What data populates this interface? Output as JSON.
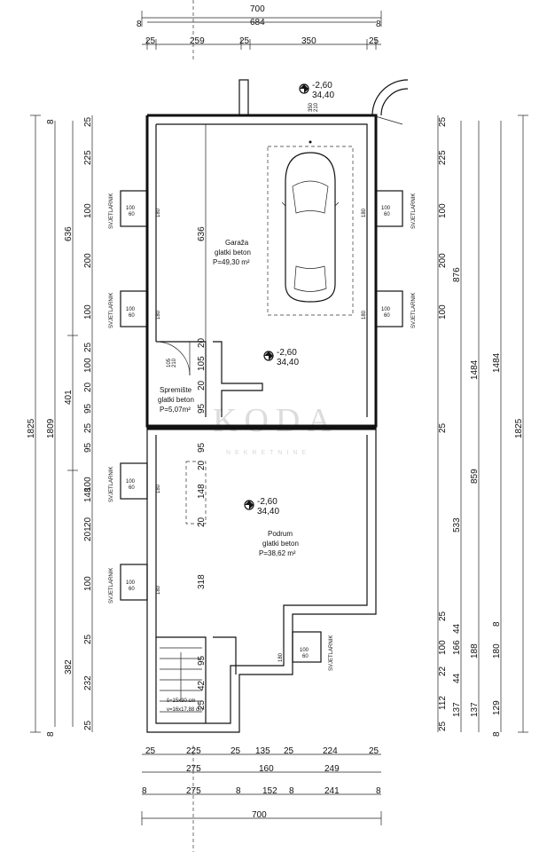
{
  "dimensions": {
    "top": {
      "total": "700",
      "inner": "684",
      "segments": [
        "25",
        "259",
        "25",
        "350",
        "25"
      ],
      "edge": [
        "8",
        "8"
      ]
    },
    "bottom": {
      "row1": [
        "25",
        "225",
        "25",
        "135",
        "25",
        "224",
        "25"
      ],
      "row2": [
        "275",
        "160",
        "249"
      ],
      "row3": [
        "8",
        "275",
        "8",
        "152",
        "8",
        "241",
        "8"
      ],
      "total": "700"
    },
    "left": {
      "outer": "1825",
      "mid": "1809",
      "sub": [
        "636",
        "401",
        "382"
      ],
      "chain": [
        "25",
        "225",
        "100",
        "200",
        "100",
        "25",
        "100",
        "20",
        "95",
        "25",
        "95",
        "100",
        "148",
        "20",
        "201",
        "100",
        "318",
        "25",
        "232",
        "25"
      ],
      "edge": [
        "8",
        "8"
      ]
    },
    "right": {
      "outer": "1825",
      "mid": "1484",
      "mid2": "1484",
      "sub1": [
        "876",
        "859",
        "188",
        "180"
      ],
      "sub2": [
        "533",
        "166",
        "137",
        "137"
      ],
      "chain": [
        "25",
        "225",
        "100",
        "200",
        "100",
        "25",
        "25",
        "100",
        "44",
        "22",
        "44",
        "112",
        "25",
        "129"
      ],
      "edge": [
        "8",
        "8"
      ]
    },
    "interior": [
      "636",
      "105",
      "20",
      "20",
      "95",
      "95",
      "20",
      "148",
      "20",
      "318",
      "95",
      "42",
      "25"
    ]
  },
  "rooms": [
    {
      "name": "Garaža",
      "finish": "glatki beton",
      "area": "P=49,30 m²"
    },
    {
      "name": "Spremište",
      "finish": "glatki beton",
      "area": "P=5,07m²"
    },
    {
      "name": "Podrum",
      "finish": "glatki beton",
      "area": "P=38,62 m²"
    }
  ],
  "levels": [
    {
      "elev": "-2,60",
      "abs": "34,40"
    },
    {
      "elev": "-2,60",
      "abs": "34,40"
    },
    {
      "elev": "-2,60",
      "abs": "34,40"
    }
  ],
  "window_label": "SVJETLARNIK",
  "window_dims": {
    "w": "100",
    "h": "60",
    "sill": "180"
  },
  "door_dims": {
    "top": "350",
    "bottom": "210",
    "stor_w": "105",
    "stor_h": "210"
  },
  "stair_note": {
    "line1": "š=15x30 cm",
    "line2": "v=16x17,88 cm"
  },
  "watermark": {
    "main": "KODA",
    "sub": "NEKRETNINE"
  }
}
